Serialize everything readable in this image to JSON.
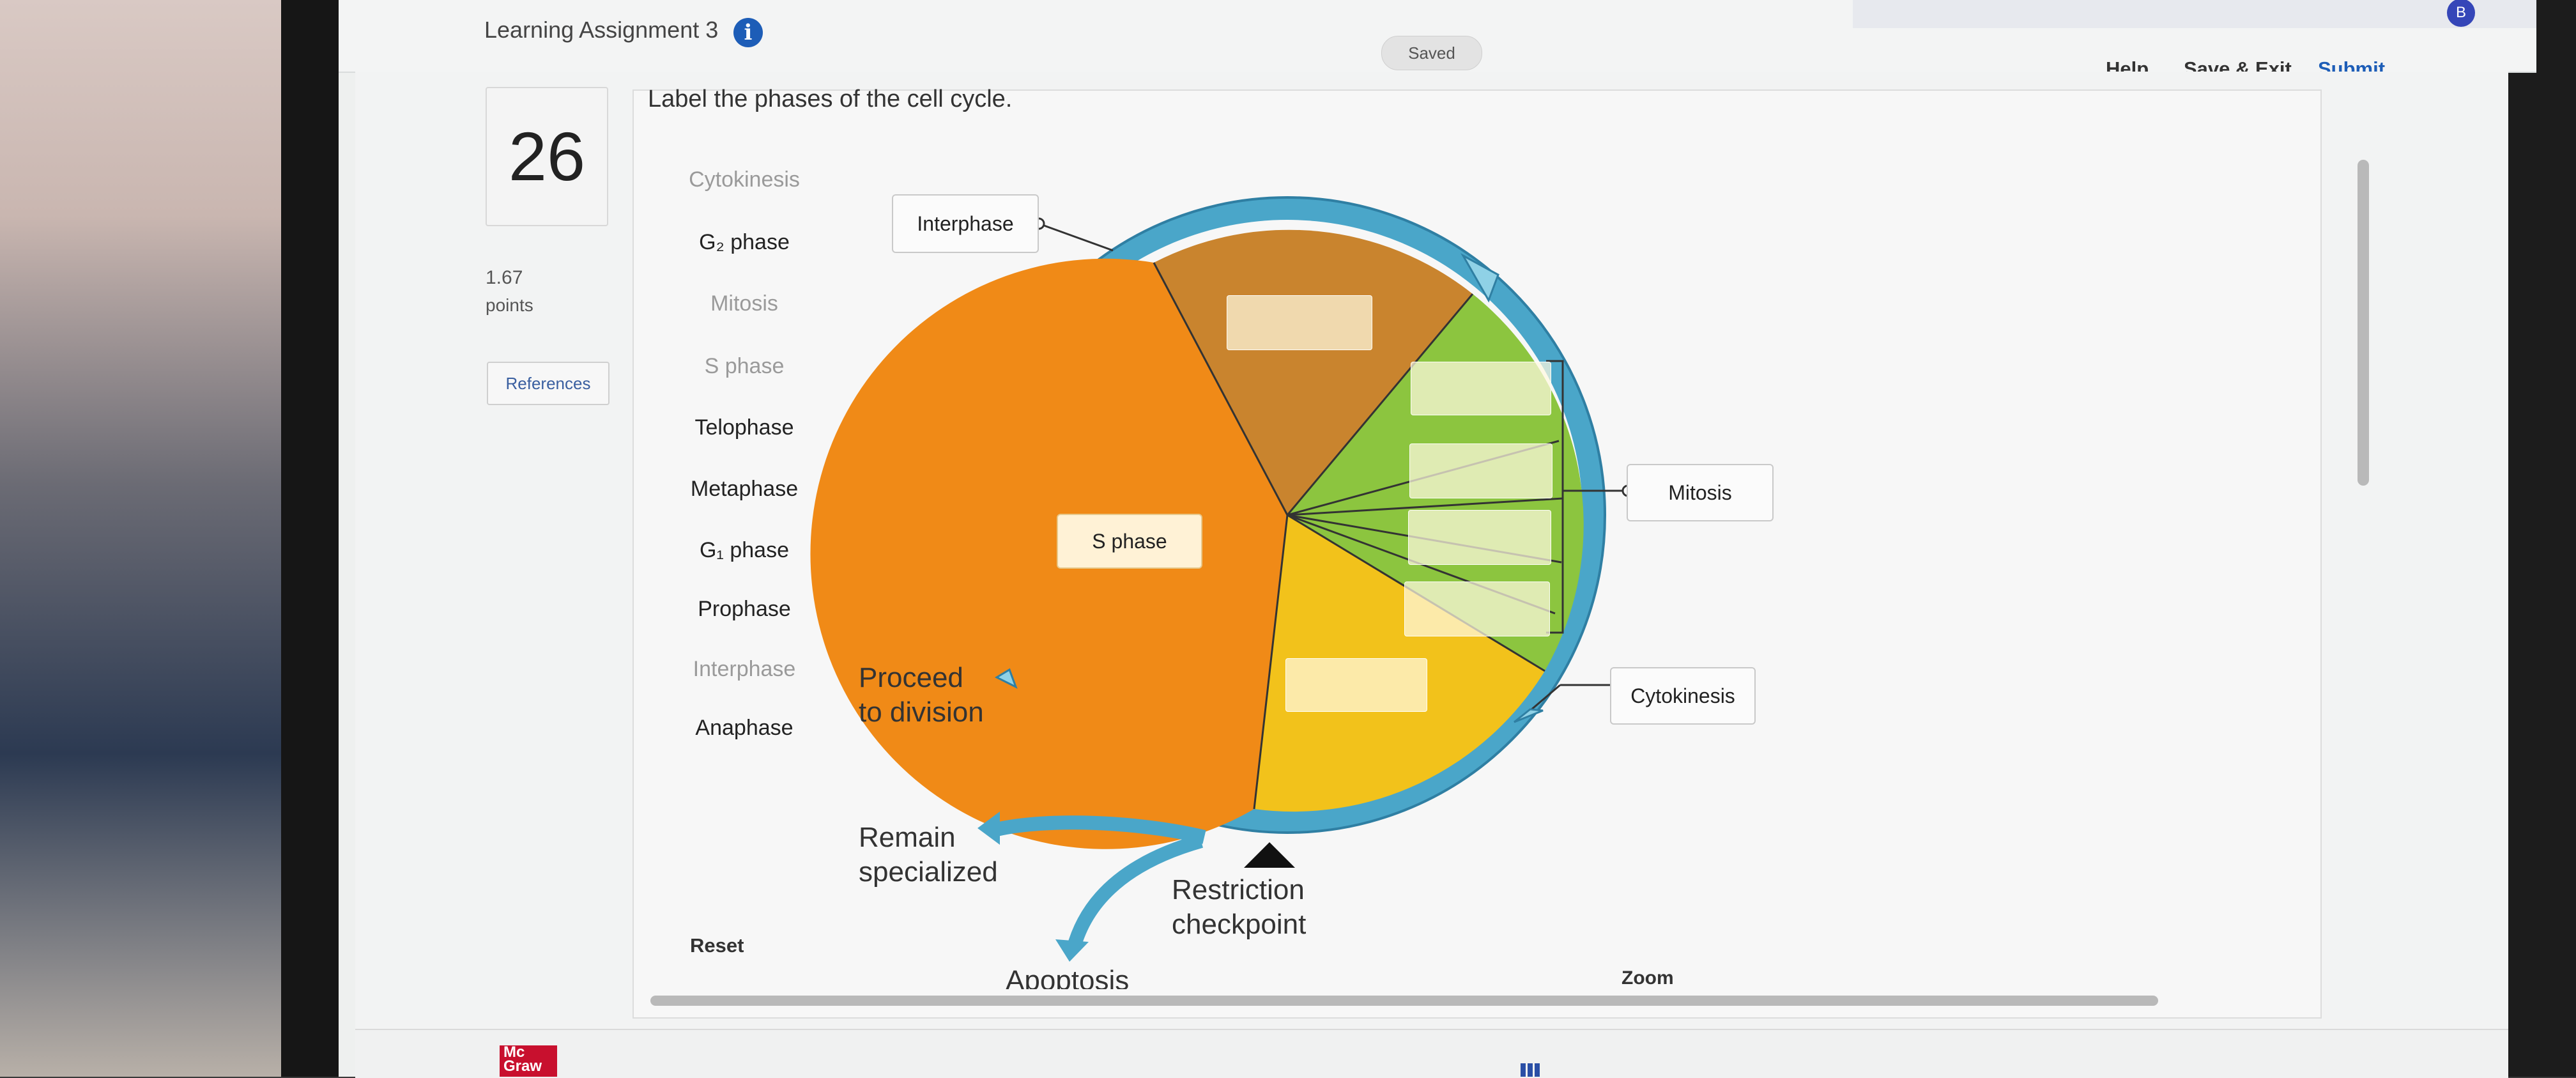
{
  "header": {
    "title": "Learning Assignment 3",
    "status": "Saved",
    "help": "Help",
    "save_exit": "Save & Exit",
    "submit": "Submit",
    "avatar_initial": "B"
  },
  "question": {
    "number": "26",
    "points_value": "1.67",
    "points_label": "points",
    "references": "References",
    "prompt": "Label the phases of the cell cycle."
  },
  "word_bank": [
    {
      "text": "Cytokinesis",
      "used": true
    },
    {
      "text": "G₂ phase",
      "used": false
    },
    {
      "text": "Mitosis",
      "used": true
    },
    {
      "text": "S phase",
      "used": true
    },
    {
      "text": "Telophase",
      "used": false
    },
    {
      "text": "Metaphase",
      "used": false
    },
    {
      "text": "G₁ phase",
      "used": false
    },
    {
      "text": "Prophase",
      "used": false
    },
    {
      "text": "Interphase",
      "used": true
    },
    {
      "text": "Anaphase",
      "used": false
    }
  ],
  "reset": "Reset",
  "diagram": {
    "placed_labels": {
      "interphase": "Interphase",
      "mitosis": "Mitosis",
      "cytokinesis": "Cytokinesis",
      "s_phase": "S phase"
    },
    "text": {
      "proceed_1": "Proceed",
      "proceed_2": "to division",
      "remain_1": "Remain",
      "remain_2": "specialized",
      "restriction_1": "Restriction",
      "restriction_2": "checkpoint",
      "apoptosis": "Apoptosis"
    }
  },
  "zoom": "Zoom",
  "footer": {
    "logo_line1": "Mc",
    "logo_line2": "Graw"
  },
  "colors": {
    "ring": "#4aa6c9",
    "orange": "#f08a17",
    "brown": "#c9842e",
    "green": "#8cc53f",
    "yellow": "#f2c21b",
    "link": "#1d5db7"
  }
}
